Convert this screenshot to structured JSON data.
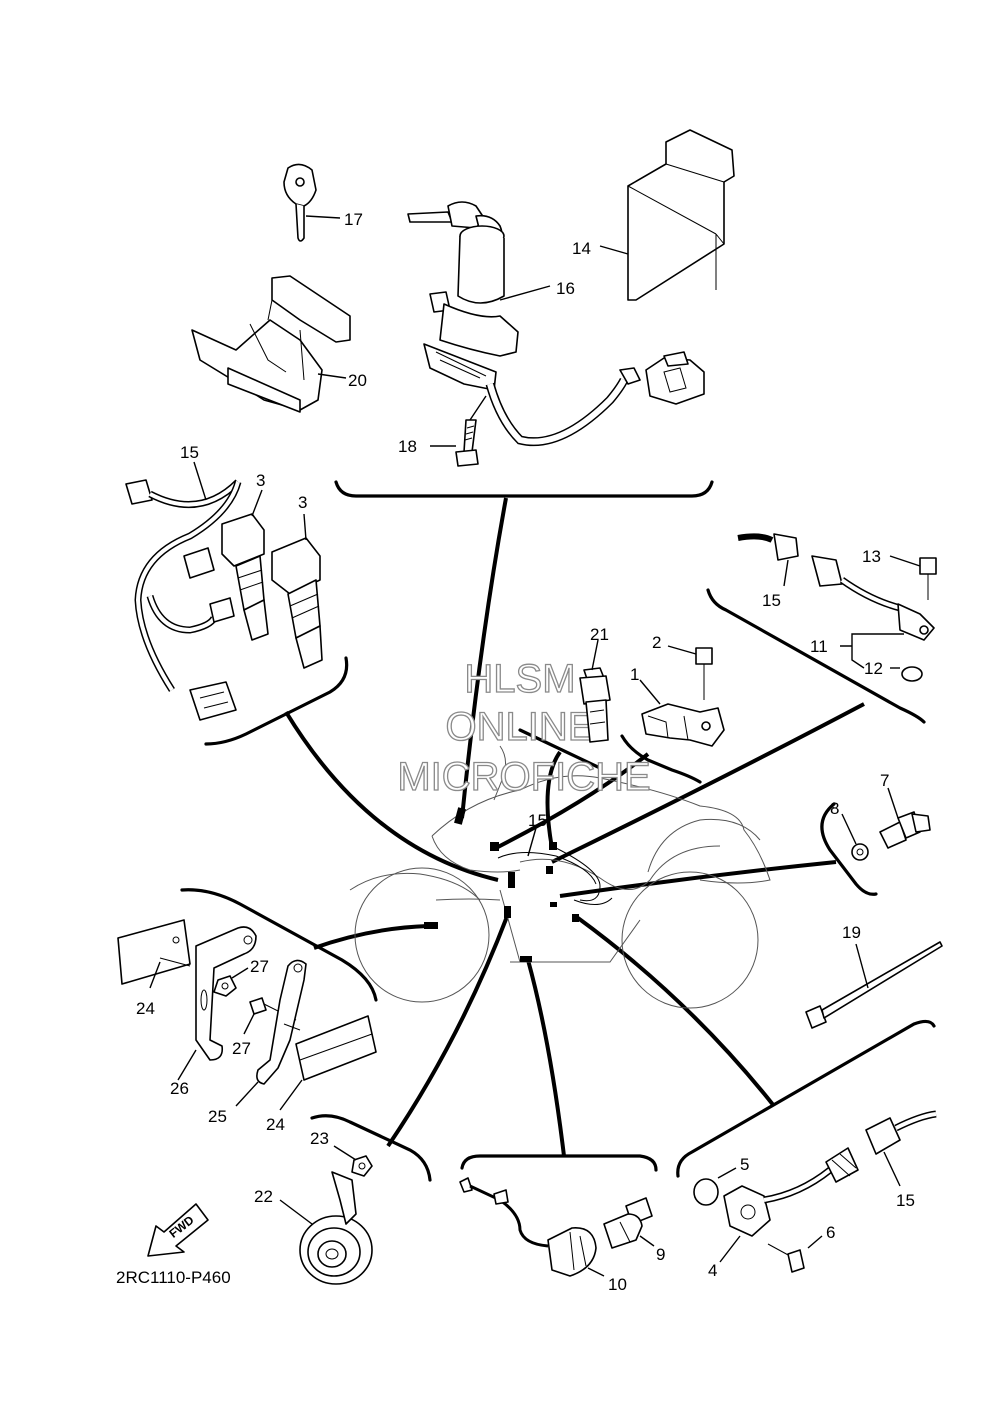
{
  "diagram": {
    "code": "2RC1110-P460",
    "fwd_label": "FWD",
    "watermark": [
      "HLSM",
      "ONLINE",
      "MICROFICHE"
    ],
    "callouts": {
      "c1": "1",
      "c2": "2",
      "c3a": "3",
      "c3b": "3",
      "c4": "4",
      "c5": "5",
      "c6": "6",
      "c7": "7",
      "c8": "8",
      "c9": "9",
      "c10": "10",
      "c11": "11",
      "c12": "12",
      "c13": "13",
      "c14": "14",
      "c15a": "15",
      "c15b": "15",
      "c15c": "15",
      "c15d": "15",
      "c16": "16",
      "c17": "17",
      "c18": "18",
      "c19": "19",
      "c20": "20",
      "c21": "21",
      "c22": "22",
      "c23": "23",
      "c24a": "24",
      "c24b": "24",
      "c25": "25",
      "c26": "26",
      "c27a": "27",
      "c27b": "27"
    }
  }
}
